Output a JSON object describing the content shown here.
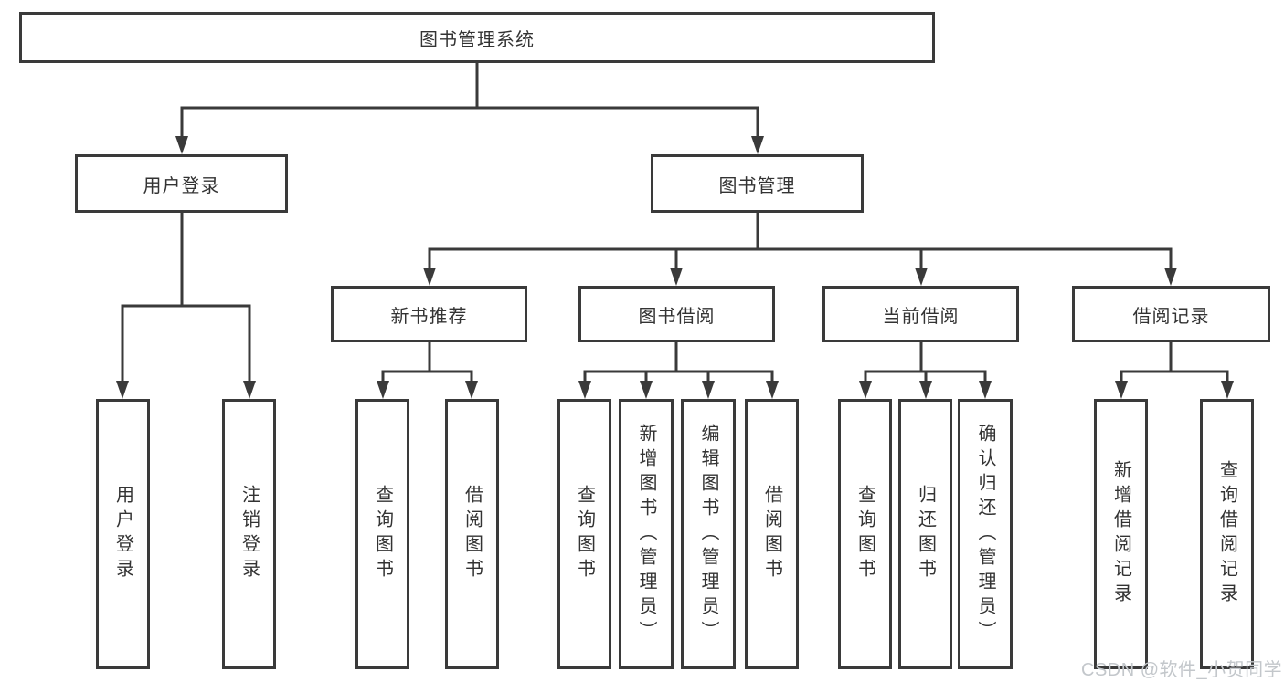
{
  "tree": {
    "label": "图书管理系统",
    "children": [
      {
        "label": "用户登录",
        "children": [
          {
            "label": "用户登录"
          },
          {
            "label": "注销登录"
          }
        ]
      },
      {
        "label": "图书管理",
        "children": [
          {
            "label": "新书推荐",
            "children": [
              {
                "label": "查询图书"
              },
              {
                "label": "借阅图书"
              }
            ]
          },
          {
            "label": "图书借阅",
            "children": [
              {
                "label": "查询图书"
              },
              {
                "label": "新增图书（管理员）"
              },
              {
                "label": "编辑图书（管理员）"
              },
              {
                "label": "借阅图书"
              }
            ]
          },
          {
            "label": "当前借阅",
            "children": [
              {
                "label": "查询图书"
              },
              {
                "label": "归还图书"
              },
              {
                "label": "确认归还（管理员）"
              }
            ]
          },
          {
            "label": "借阅记录",
            "children": [
              {
                "label": "新增借阅记录"
              },
              {
                "label": "查询借阅记录"
              }
            ]
          }
        ]
      }
    ]
  },
  "watermark": {
    "text": "CSDN @软件_小贺同学"
  },
  "colors": {
    "line": "#3a3a3a",
    "text": "#333333",
    "box_background": "#ffffff",
    "page_background": "#ffffff",
    "watermark": "#c3c7cb"
  }
}
